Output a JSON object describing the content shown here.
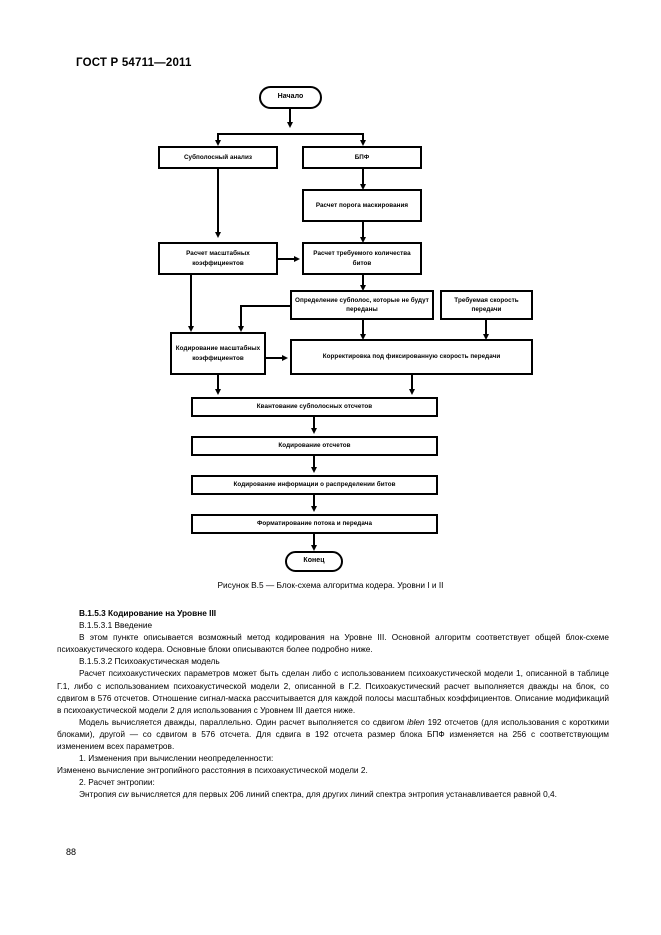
{
  "document": {
    "standard_header": "ГОСТ Р 54711—2011",
    "page_number": "88"
  },
  "figure": {
    "caption": "Рисунок В.5 — Блок-схема алгоритма кодера. Уровни I и II",
    "nodes": {
      "start": "Начало",
      "subband_analysis": "Субполосный анализ",
      "fft": "БПФ",
      "masking_threshold": "Расчет порога маскирования",
      "scale_factors": "Расчет масштабных коэффициентов",
      "required_bits": "Расчет требуемого количества битов",
      "subbands_not_transmitted": "Определение субполос, которые не будут переданы",
      "required_bitrate": "Требуемая скорость передачи",
      "encode_scale_factors": "Кодирование масштабных коэффициентов",
      "fixed_rate_correction": "Корректировка под фиксированную скорость передачи",
      "quantize_samples": "Квантование субполосных отсчетов",
      "encode_samples": "Кодирование отсчетов",
      "encode_bit_allocation": "Кодирование информации о распределении битов",
      "format_stream": "Форматирование потока и передача",
      "end": "Конец"
    }
  },
  "content": {
    "heading": "В.1.5.3 Кодирование на Уровне III",
    "sub_heading_1": "В.1.5.3.1 Введение",
    "para_intro": "В этом пункте описывается возможный метод кодирования на Уровне III. Основной алгоритм соответствует общей блок-схеме психоакустического кодера. Основные блоки описываются более подробно ниже.",
    "sub_heading_2": "В.1.5.3.2 Психоакустическая модель",
    "para_model_a": "Расчет психоакустических параметров может быть сделан либо с использованием психоакустической модели 1, описанной в таблице Г.1, либо с использованием психоакустической модели 2, описанной в Г.2. Психоакустический расчет выполняется дважды на блок, со сдвигом в 576 отсчетов. Отношение сигнал-маска рассчитывается для каждой полосы масштабных коэффициентов. Описание модификаций в психоакустической модели 2 для использования с Уровнем III дается ниже.",
    "para_model_b_1": "Модель вычисляется дважды, параллельно. Один расчет выполняется со сдвигом ",
    "para_model_b_italic": "iblen",
    "para_model_b_2": " 192 отсчетов (для использования с короткими блоками), другой — со сдвигом в 576 отсчета. Для сдвига в 192 отсчета размер блока БПФ изменяется на 256 с соответствующим изменением всех параметров.",
    "item_1": "1. Изменения при вычислении неопределенности:",
    "item_1_text": "Изменено вычисление энтропийного расстояния в психоакустической модели 2.",
    "item_2": "2. Расчет энтропии:",
    "item_2_text_1": "Энтропия ",
    "item_2_italic": "cw",
    "item_2_text_2": " вычисляется для первых 206 линий спектра, для других линий спектра энтропия устанавливается равной 0,4."
  }
}
